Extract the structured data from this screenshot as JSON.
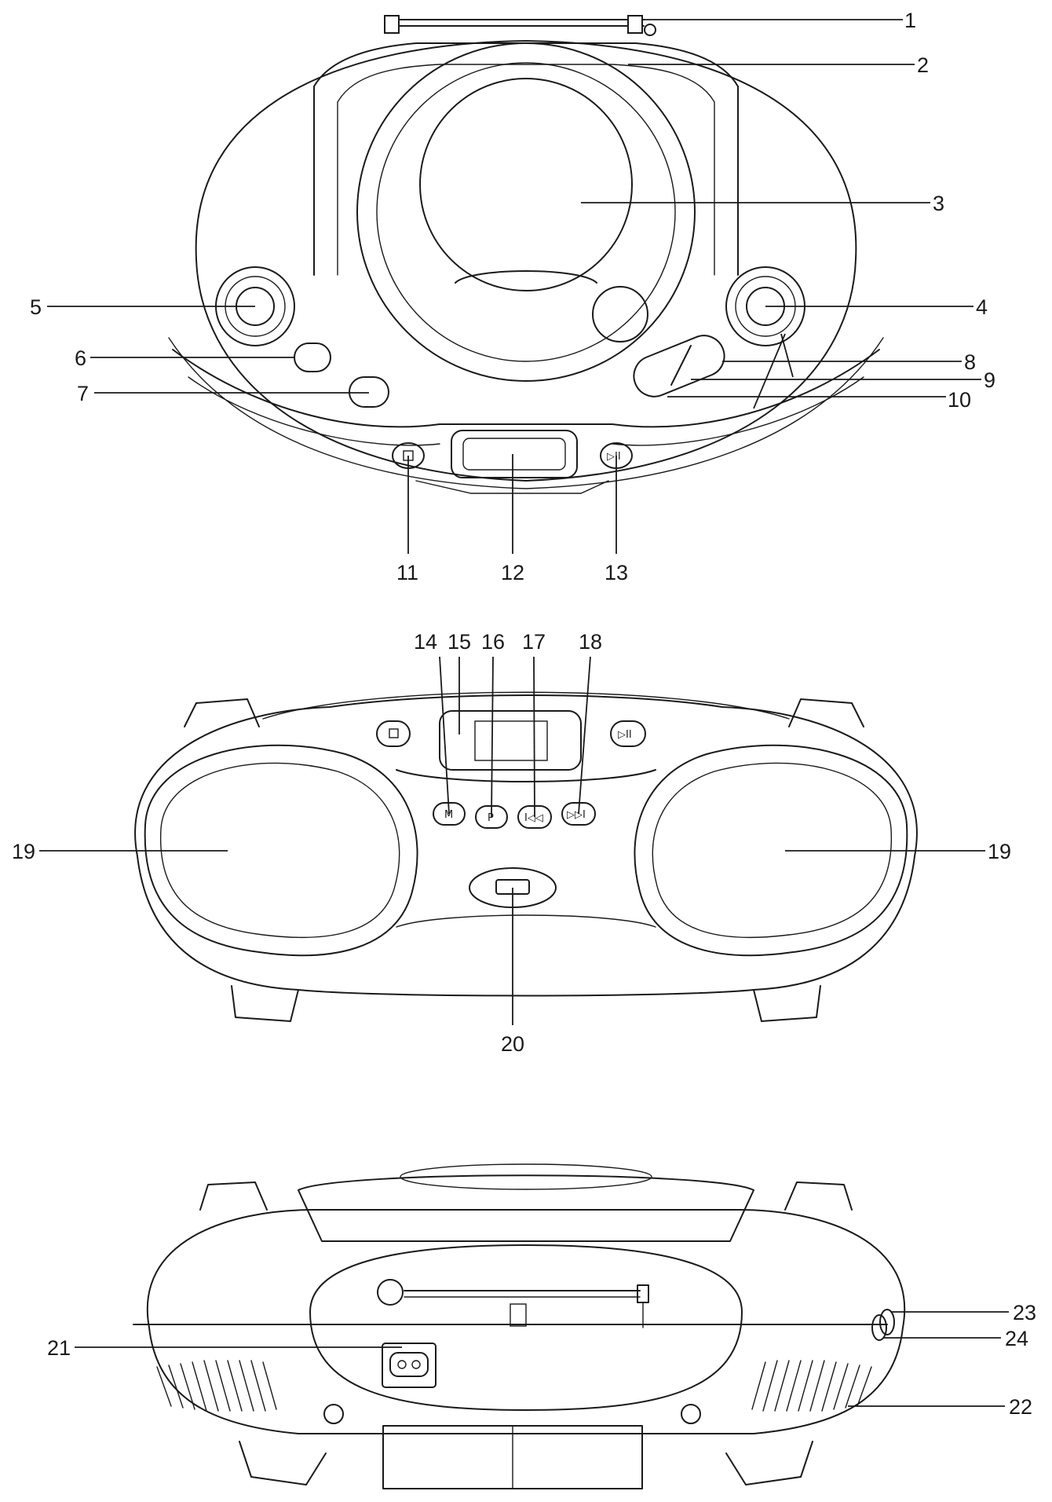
{
  "callouts": {
    "c1": "1",
    "c2": "2",
    "c3": "3",
    "c4": "4",
    "c5": "5",
    "c6": "6",
    "c7": "7",
    "c8": "8",
    "c9": "9",
    "c10": "10",
    "c11": "11",
    "c12": "12",
    "c13": "13",
    "c14": "14",
    "c15": "15",
    "c16": "16",
    "c17": "17",
    "c18": "18",
    "c19a": "19",
    "c19b": "19",
    "c20": "20",
    "c21": "21",
    "c22": "22",
    "c23": "23",
    "c24": "24"
  },
  "icons": {
    "stop": "stop-icon",
    "play_pause": "play-pause-icon",
    "mode": "mode-m-icon",
    "program": "program-p-icon",
    "skip_back": "skip-back-icon",
    "skip_forward": "skip-forward-icon",
    "ac_socket": "ac-power-socket-icon"
  },
  "colors": {
    "line": "#1a1a1a",
    "background": "#ffffff"
  }
}
